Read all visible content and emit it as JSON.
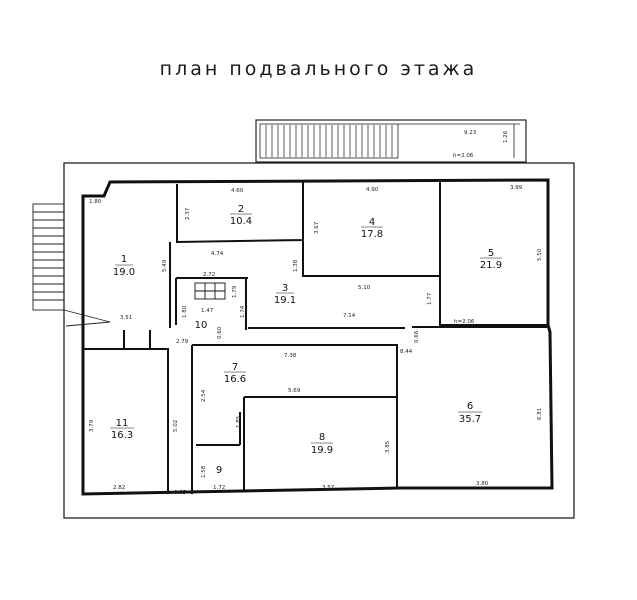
{
  "title": "план подвального этажа",
  "rooms": [
    {
      "id": "room-1",
      "number": "1",
      "area": "19.0"
    },
    {
      "id": "room-2",
      "number": "2",
      "area": "10.4"
    },
    {
      "id": "room-3",
      "number": "3",
      "area": "19.1"
    },
    {
      "id": "room-4",
      "number": "4",
      "area": "17.8"
    },
    {
      "id": "room-5",
      "number": "5",
      "area": "21.9"
    },
    {
      "id": "room-6",
      "number": "6",
      "area": "35.7"
    },
    {
      "id": "room-7",
      "number": "7",
      "area": "16.6"
    },
    {
      "id": "room-8",
      "number": "8",
      "area": "19.9"
    },
    {
      "id": "room-9",
      "number": "9",
      "area": ""
    },
    {
      "id": "room-10",
      "number": "10",
      "area": ""
    },
    {
      "id": "room-11",
      "number": "11",
      "area": "16.3"
    }
  ],
  "dimensions": {
    "top_annex_length": "9.23",
    "top_annex_width": "1.26",
    "annex_height": "h=2.06",
    "room5_height": "h=2.06",
    "r1_corner": "1.80",
    "r2_width": "4.60",
    "r2_height": "2.37",
    "r4_width": "4.90",
    "r4_height": "3.67",
    "r5_width": "3.99",
    "r5_height": "5.50",
    "r1_height": "5.49",
    "r2_bottom": "4.74",
    "r3_mid": "1.38",
    "r10_top": "2.72",
    "r4_bottom": "5.10",
    "r5_left": "1.77",
    "r1_bottom": "3.51",
    "r10_width": "1.47",
    "r10_left": "1.80",
    "r10_right": "1.79",
    "r10_side": "1.74",
    "r3_length": "7.14",
    "stair_a": "2.79",
    "stair_b": "0.60",
    "r6_corner": "8.44",
    "r6_side": "0.66",
    "r7_width": "7.38",
    "r7_height": "2.54",
    "r8_top": "5.69",
    "r8_left": "1.85",
    "r6_height": "6.81",
    "r11_height": "3.79",
    "corridor": "5.02",
    "r8_height": "3.85",
    "r9_height": "1.58",
    "r9_width": "1.72",
    "r11_width": "2.82",
    "corridor_bottom": "0.85",
    "r8_bottom": "3.57",
    "r6_bottom": "3.80"
  }
}
